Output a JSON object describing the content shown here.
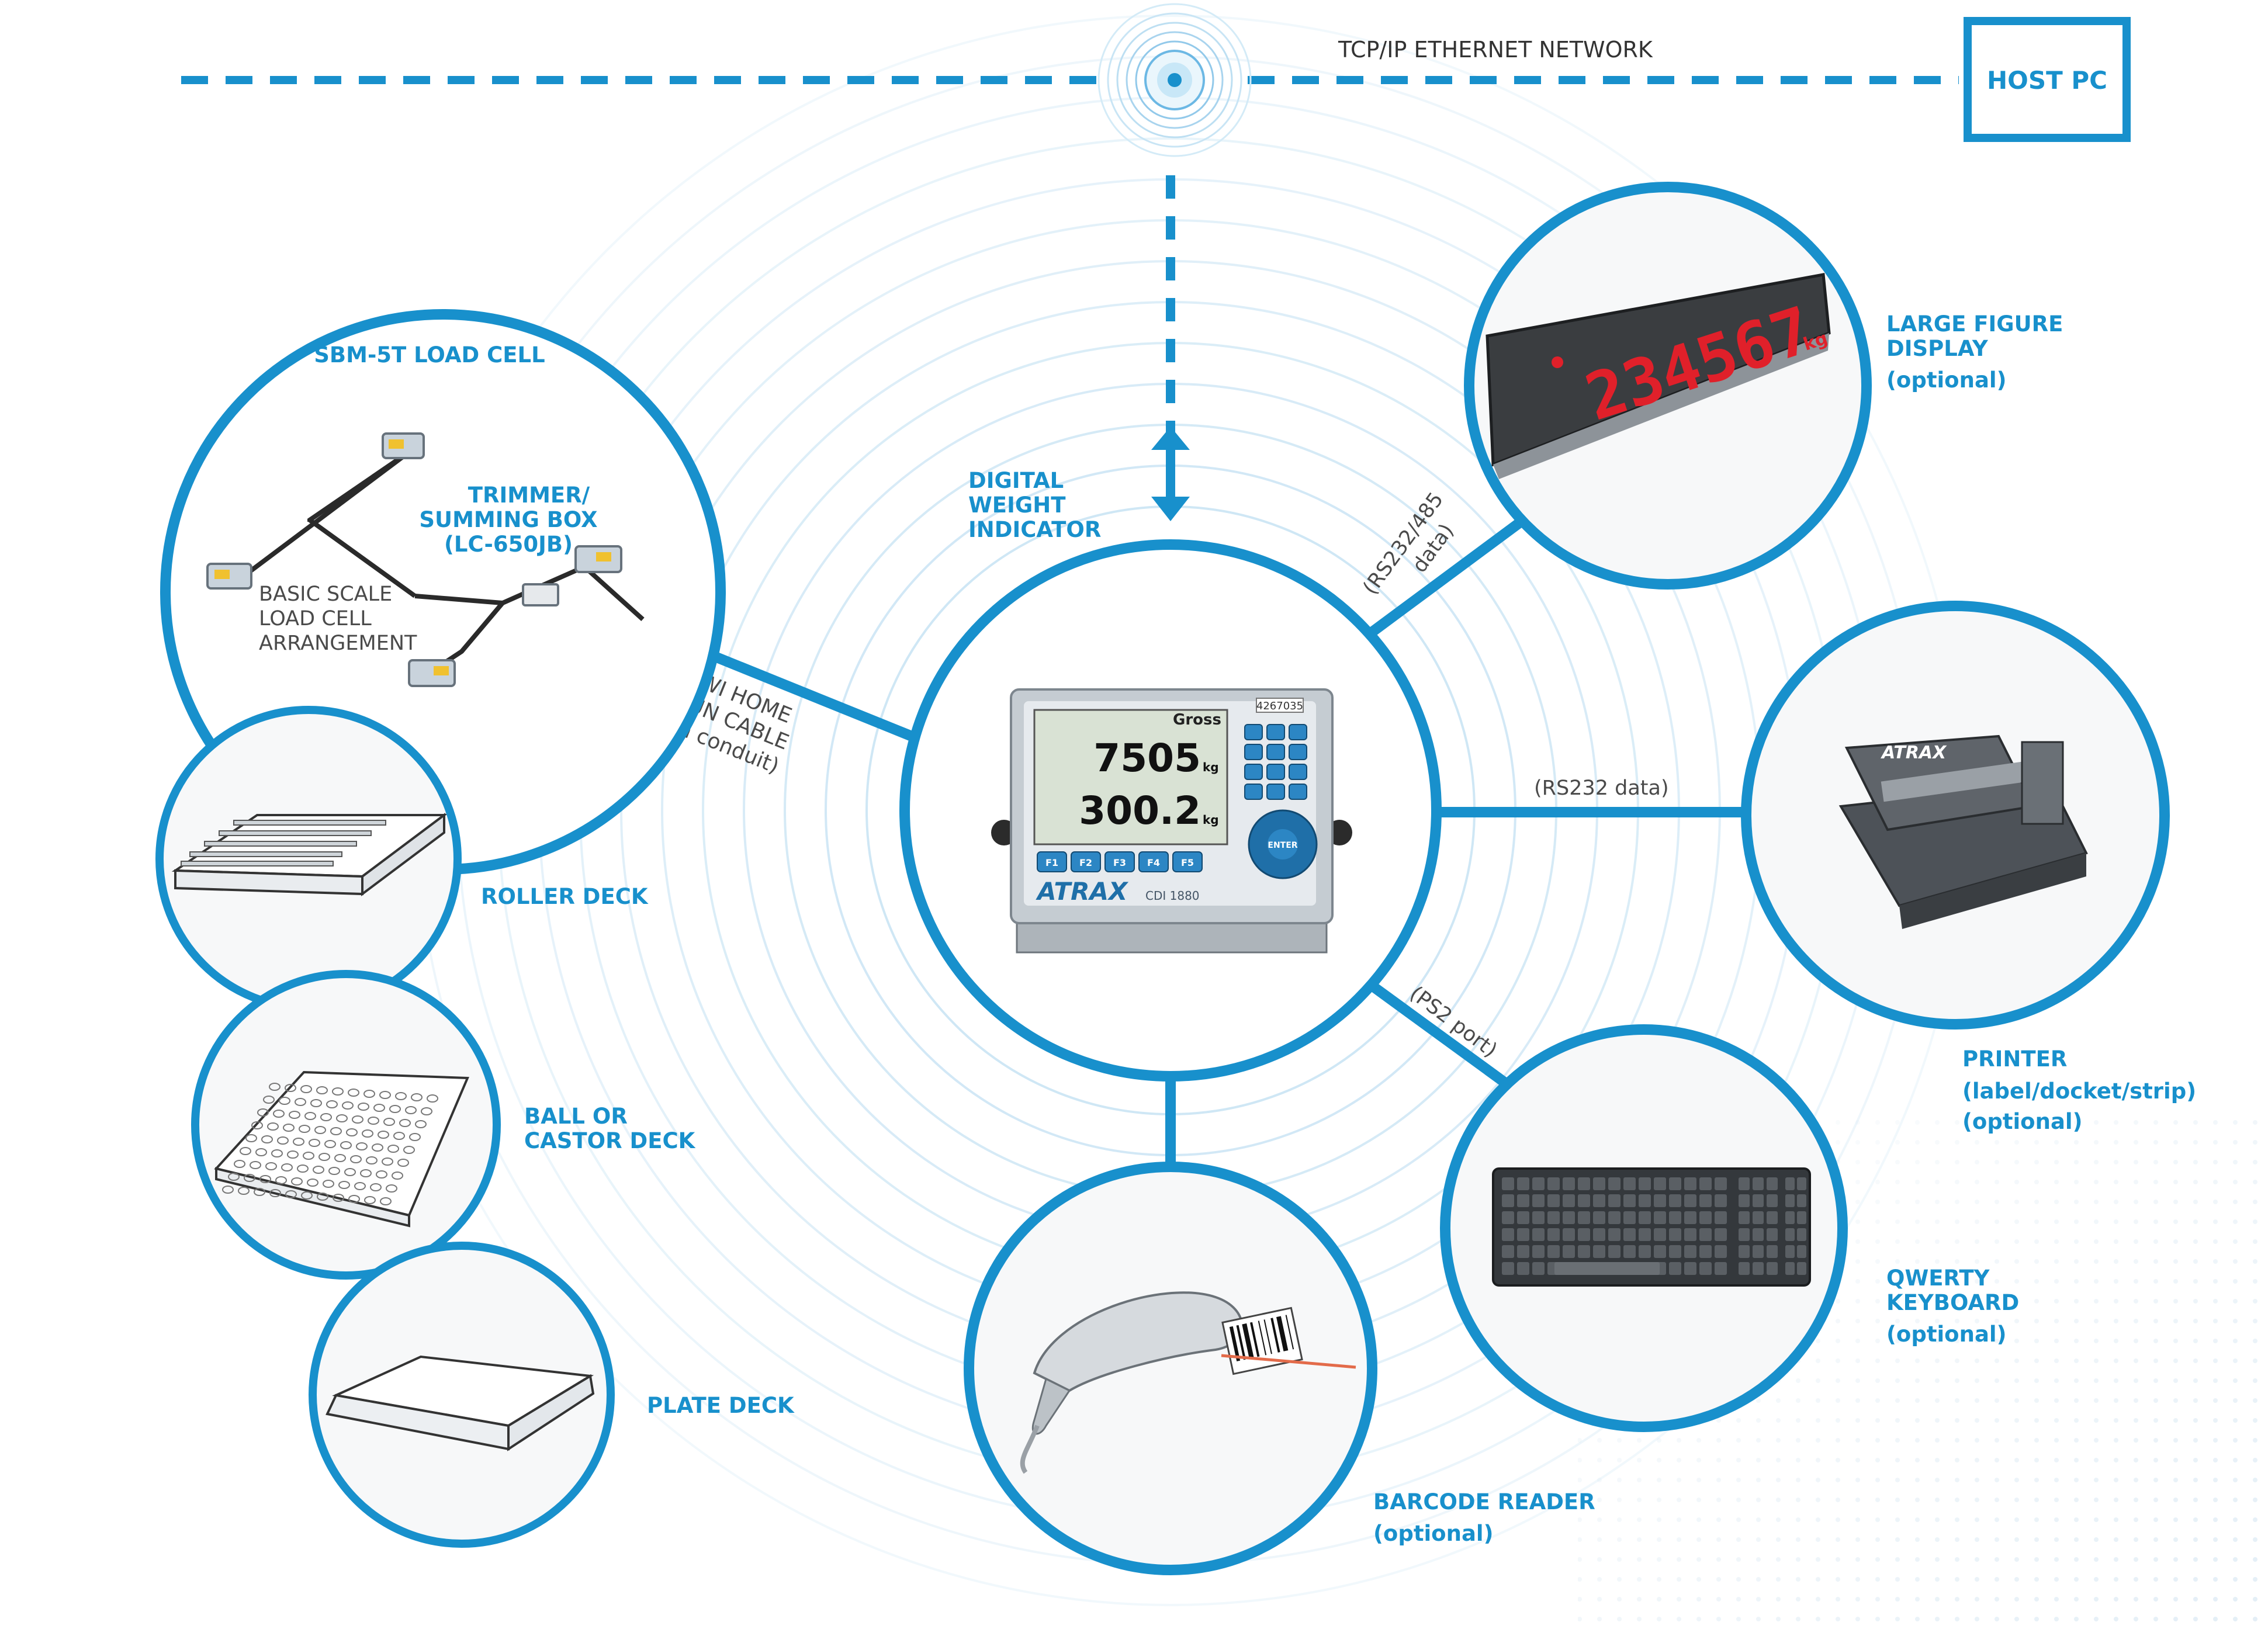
{
  "network": {
    "label": "TCP/IP ETHERNET NETWORK",
    "host_label": "HOST PC"
  },
  "center": {
    "title_lines": [
      "DIGITAL",
      "WEIGHT",
      "INDICATOR"
    ],
    "device": {
      "id_tag": "4267035",
      "status": "Gross",
      "reading_1": "7505",
      "reading_2": "300.2",
      "unit": "kg",
      "f_keys": [
        "F1",
        "F2",
        "F3",
        "F4",
        "F5"
      ],
      "enter_label": "ENTER",
      "brand": "ATRAX",
      "model": "CDI 1880"
    }
  },
  "left": {
    "load_cell": {
      "title": "SBM-5T LOAD CELL",
      "trimmer_lines": [
        "TRIMMER/",
        "SUMMING BOX",
        "(LC-650JB)"
      ],
      "basic_lines": [
        "BASIC SCALE",
        "LOAD CELL",
        "ARRANGEMENT"
      ]
    },
    "cable_lines": [
      "DWI HOME",
      "RUN CABLE",
      "(in conduit)"
    ],
    "roller_deck": "ROLLER DECK",
    "ball_deck_lines": [
      "BALL OR",
      "CASTOR DECK"
    ],
    "plate_deck": "PLATE DECK"
  },
  "right": {
    "display": {
      "lines": [
        "LARGE FIGURE",
        "DISPLAY",
        "(optional)"
      ],
      "conn_lines": [
        "(RS232/485",
        "data)"
      ],
      "digits": "234567",
      "unit": "kg"
    },
    "printer": {
      "lines": [
        "PRINTER",
        "(label/docket/strip)",
        "(optional)"
      ],
      "conn": "(RS232 data)",
      "brand": "ATRAX"
    },
    "keyboard": {
      "lines": [
        "QWERTY",
        "KEYBOARD",
        "(optional)"
      ],
      "conn": "(PS2 port)"
    },
    "barcode": {
      "lines": [
        "BARCODE READER",
        "(optional)"
      ]
    }
  },
  "colors": {
    "accent": "#1890cc",
    "ring": "#c8e4f4",
    "display_led": "#e0202a"
  }
}
